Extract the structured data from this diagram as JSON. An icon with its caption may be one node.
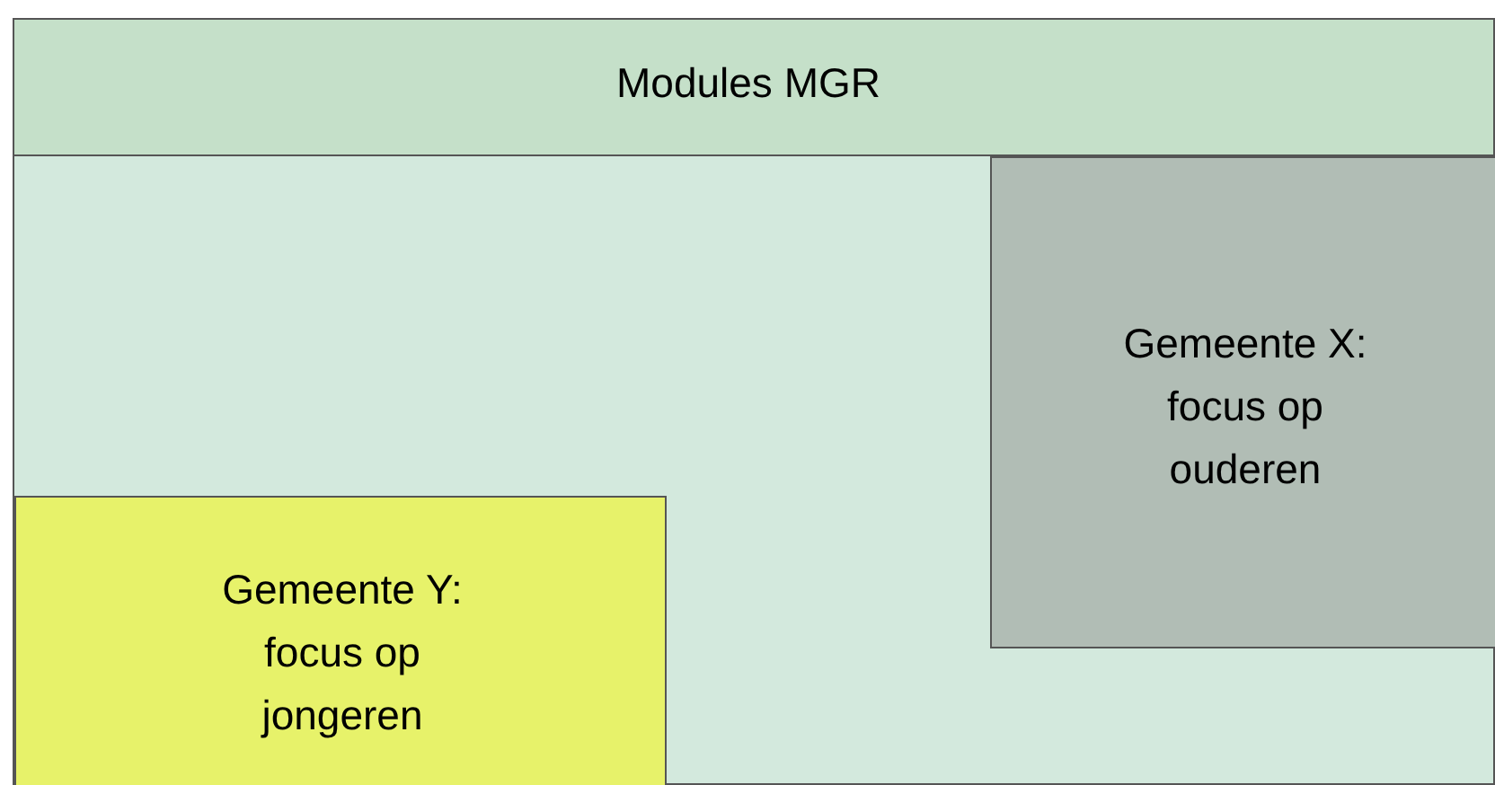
{
  "diagram": {
    "nodes": [
      {
        "text": [
          "Modules MGR"
        ]
      },
      {
        "text": [
          "Gemeente X: focus op ouderen"
        ],
        "in": 0
      },
      {
        "text": [
          "Gemeente Y: focus op jongeren"
        ],
        "in": 0
      }
    ]
  }
}
